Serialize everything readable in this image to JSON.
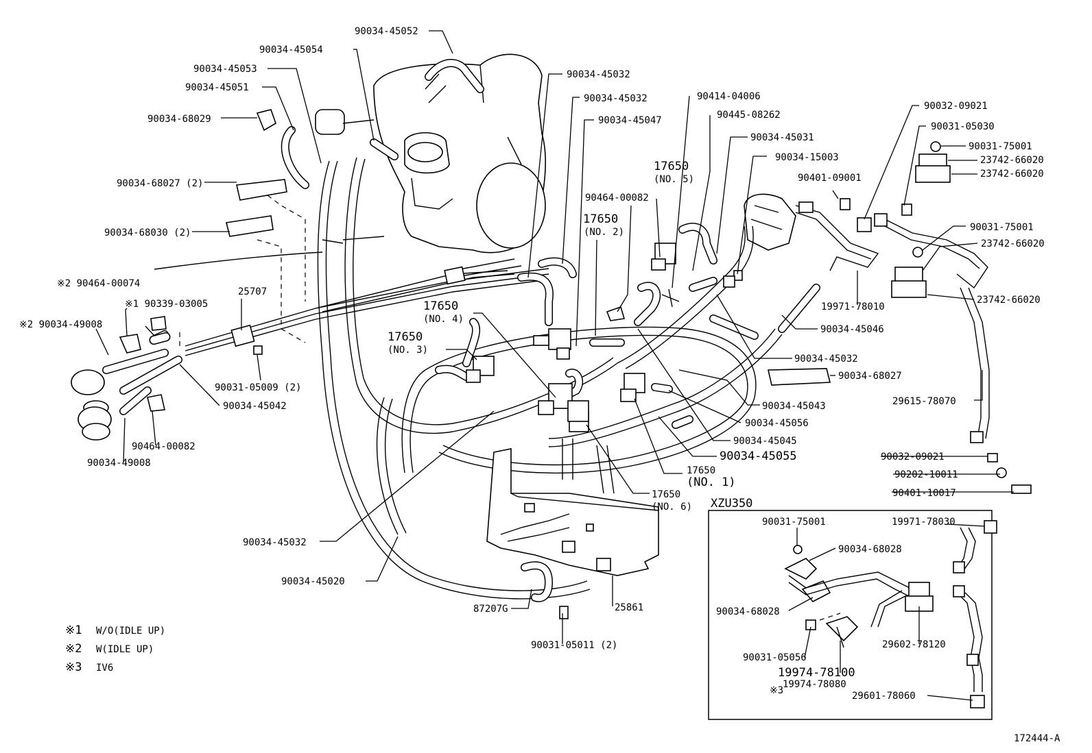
{
  "diagram": {
    "figure_id": "172444-A",
    "inset_title": "XZU350",
    "legend": [
      {
        "mark": "※1",
        "text": "W/O(IDLE UP)"
      },
      {
        "mark": "※2",
        "text": "W(IDLE UP)"
      },
      {
        "mark": "※3",
        "text": "IV6"
      }
    ],
    "labels": [
      "90034-45052",
      "90034-45054",
      "90034-45053",
      "90034-45051",
      "90034-68029",
      "90034-68027 (2)",
      "90034-68030 (2)",
      "※2 90464-00074",
      "※1 90339-03005",
      "25707",
      "※2 90034-49008",
      "90031-05009 (2)",
      "90034-45042",
      "90464-00082",
      "90034-49008",
      "90034-45032",
      "90034-45032",
      "90034-45047",
      "90464-00082",
      "17650",
      "(NO. 2)",
      "17650",
      "(NO. 4)",
      "17650",
      "(NO. 3)",
      "90414-04006",
      "90445-08262",
      "17650",
      "(NO. 5)",
      "90034-45031",
      "90034-15003",
      "90401-09001",
      "90032-09021",
      "90031-05030",
      "90031-75001",
      "23742-66020",
      "23742-66020",
      "90031-75001",
      "23742-66020",
      "23742-66020",
      "19971-78010",
      "90034-45046",
      "90034-45032",
      "90034-68027",
      "90034-45043",
      "29615-78070",
      "90034-45056",
      "90034-45045",
      "90034-45055",
      "17650",
      "(NO. 1)",
      "17650",
      "(NO. 6)",
      "90032-09021",
      "90202-10011",
      "90401-10017",
      "90034-45032",
      "90034-45020",
      "87207G",
      "25861",
      "90031-05011 (2)",
      "90031-75001",
      "19971-78030",
      "90034-68028",
      "90034-68028",
      "29602-78120",
      "90031-05056",
      "19974-78100",
      "※3",
      "19974-78080",
      "29601-78060"
    ]
  }
}
